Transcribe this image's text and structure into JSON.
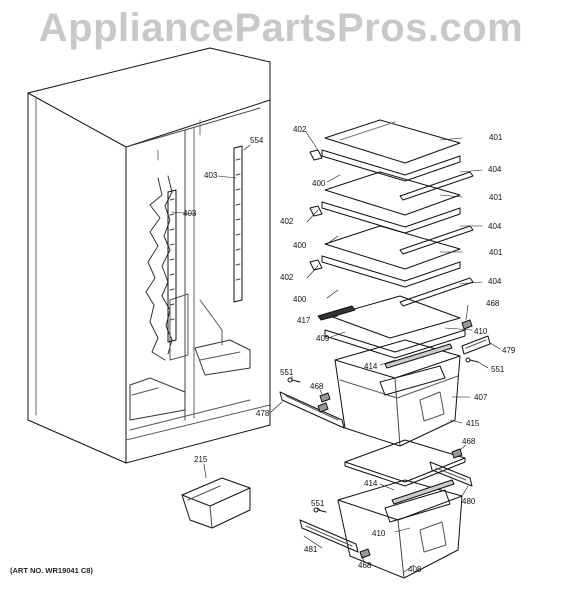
{
  "watermark": "AppliancePartsPros.com",
  "art_number": "(ART NO. WR19041 C8)",
  "callouts": {
    "c402a": "402",
    "c401a": "401",
    "c400a": "400",
    "c404a": "404",
    "c401b": "401",
    "c402b": "402",
    "c400b": "400",
    "c404b": "404",
    "c401c": "401",
    "c402c": "402",
    "c404c": "404",
    "c400c": "400",
    "c417": "417",
    "c468a": "468",
    "c409": "409",
    "c410a": "410",
    "c479": "479",
    "c414a": "414",
    "c551a": "551",
    "c551b": "551",
    "c468b": "468",
    "c407": "407",
    "c478": "478",
    "c415": "415",
    "c468c": "468",
    "c414b": "414",
    "c480": "480",
    "c410b": "410",
    "c551c": "551",
    "c481": "481",
    "c468d": "468",
    "c408": "408",
    "c215": "215",
    "c554": "554",
    "c403a": "403",
    "c403b": "403"
  }
}
